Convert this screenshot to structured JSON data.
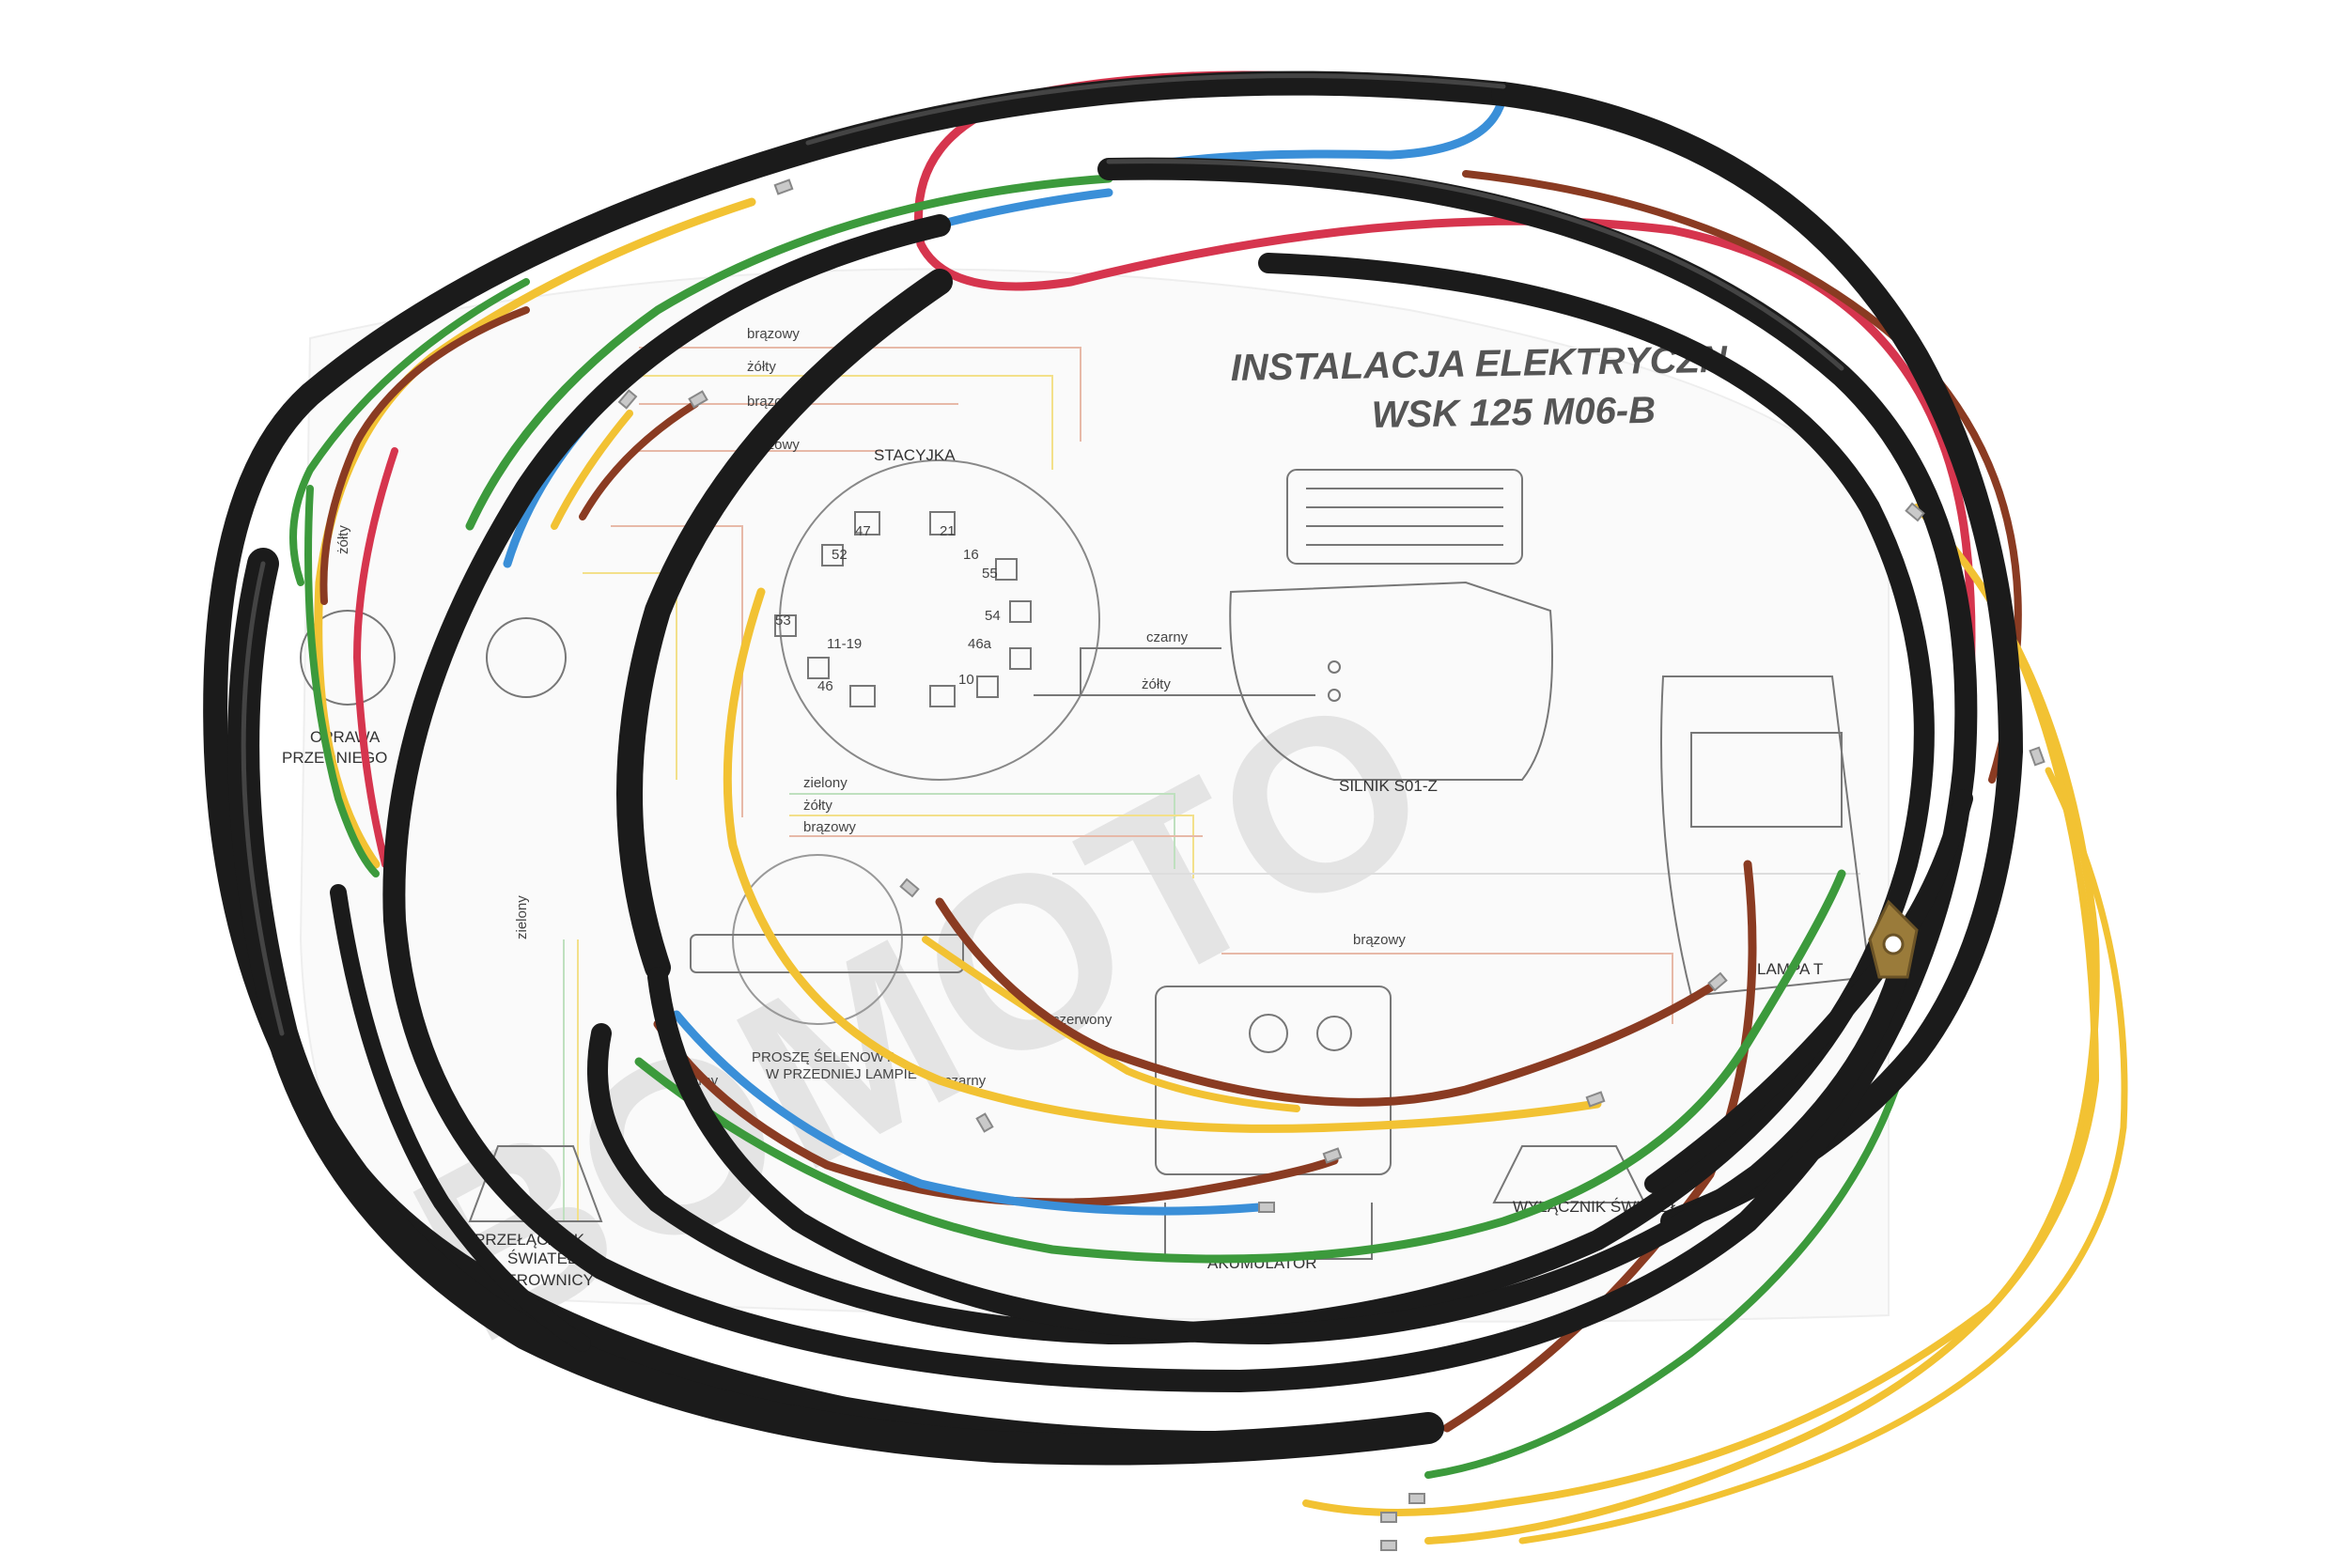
{
  "sheet": {
    "title_line1": "INSTALACJA ELEKTRYCZN",
    "title_line2": "WSK 125 M06-B",
    "watermark": "BOMOTO"
  },
  "labels": {
    "brazowy_top": "brązowy",
    "zolty_top": "żółty",
    "brazowy_top2": "brązowy",
    "brazowy_top3": "brązowy",
    "stacyjka": "STACYJKA",
    "t47": "47",
    "t21": "21",
    "t52": "52",
    "t16": "16",
    "t55": "55",
    "t53": "53",
    "t54": "54",
    "t46a": "46a",
    "t1119": "11-19",
    "t46": "46",
    "t10": "10",
    "czarny": "czarny",
    "zolty_mid": "żółty",
    "silnik": "SILNIK S01-Z",
    "zielony": "zielony",
    "zolty_low": "żółty",
    "brazowy_low": "brązowy",
    "zolty_vert": "żółty",
    "oprawa_1": "OPRAWA",
    "oprawa_2": "PRZEDNIEGO",
    "zielony_vert": "zielony",
    "brazowy_right": "brązowy",
    "lampa": "LAMPA T",
    "czerwony": "czerwony",
    "prosz_1": "PROSZĘ ŚELENOWY",
    "prosz_2": "W PRZEDNIEJ LAMPIE",
    "czarny_low": "czarny",
    "czarny_low2": "czarny",
    "akumulator": "AKUMULATOR",
    "wylacznik": "WYŁĄCZNIK ŚWIATEŁ",
    "przel_1": "PRZEŁĄCZNIK",
    "przel_2": "ŚWIATEŁ",
    "przel_3": "NA KIEROWNICY"
  },
  "colors": {
    "sheath": "#1b1b1b",
    "red": "#d6354e",
    "blue": "#3a8fd8",
    "green": "#3c9a3c",
    "yellow": "#f2c233",
    "brown": "#8a3b22",
    "diagram": "#9a9a9a"
  }
}
